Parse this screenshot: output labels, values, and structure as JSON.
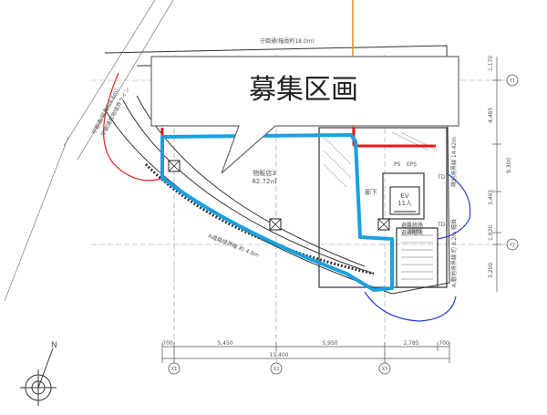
{
  "callout": {
    "title": "募集区画"
  },
  "labels": {
    "road_top": "守御通(幅員約18.0m)",
    "road_left_1": "守御通(幅員約4.6m)",
    "road_left_2": "守御通用地境界ライン",
    "road_bottom": "A道路境界線 約 4.8m",
    "shop_name": "物販店3",
    "shop_area": "62.72㎡",
    "corridor": "廊下",
    "ev": "EV",
    "ev_sub": "11人",
    "stair": "階段",
    "ps": "PS",
    "eps": "EPS",
    "evac_a": "避難経路",
    "evac_b": "避難階段",
    "right_note_1": "隣地境界線 14.42m",
    "right_note_2": "A:敷地境界線 約 8.2m 幅員",
    "td_1": "TD",
    "td_2": "TD",
    "compass": "N"
  },
  "dimensions": {
    "bottom": [
      "700",
      "5,450",
      "5,950",
      "2,785",
      "700"
    ],
    "bottom_total": "11,400",
    "right": [
      "1,170",
      "4,485",
      "9,300",
      "3,495",
      "1,920",
      "3,200"
    ]
  },
  "axes": {
    "x": [
      "X1",
      "X2",
      "X3"
    ],
    "y": [
      "Y1",
      "Y2"
    ]
  },
  "colors": {
    "highlight": "#19a1e0",
    "wall": "#e51b1b",
    "accent_line": "#f08c1e",
    "arc_blue": "#2a3fd9",
    "arc_red": "#e02020"
  }
}
